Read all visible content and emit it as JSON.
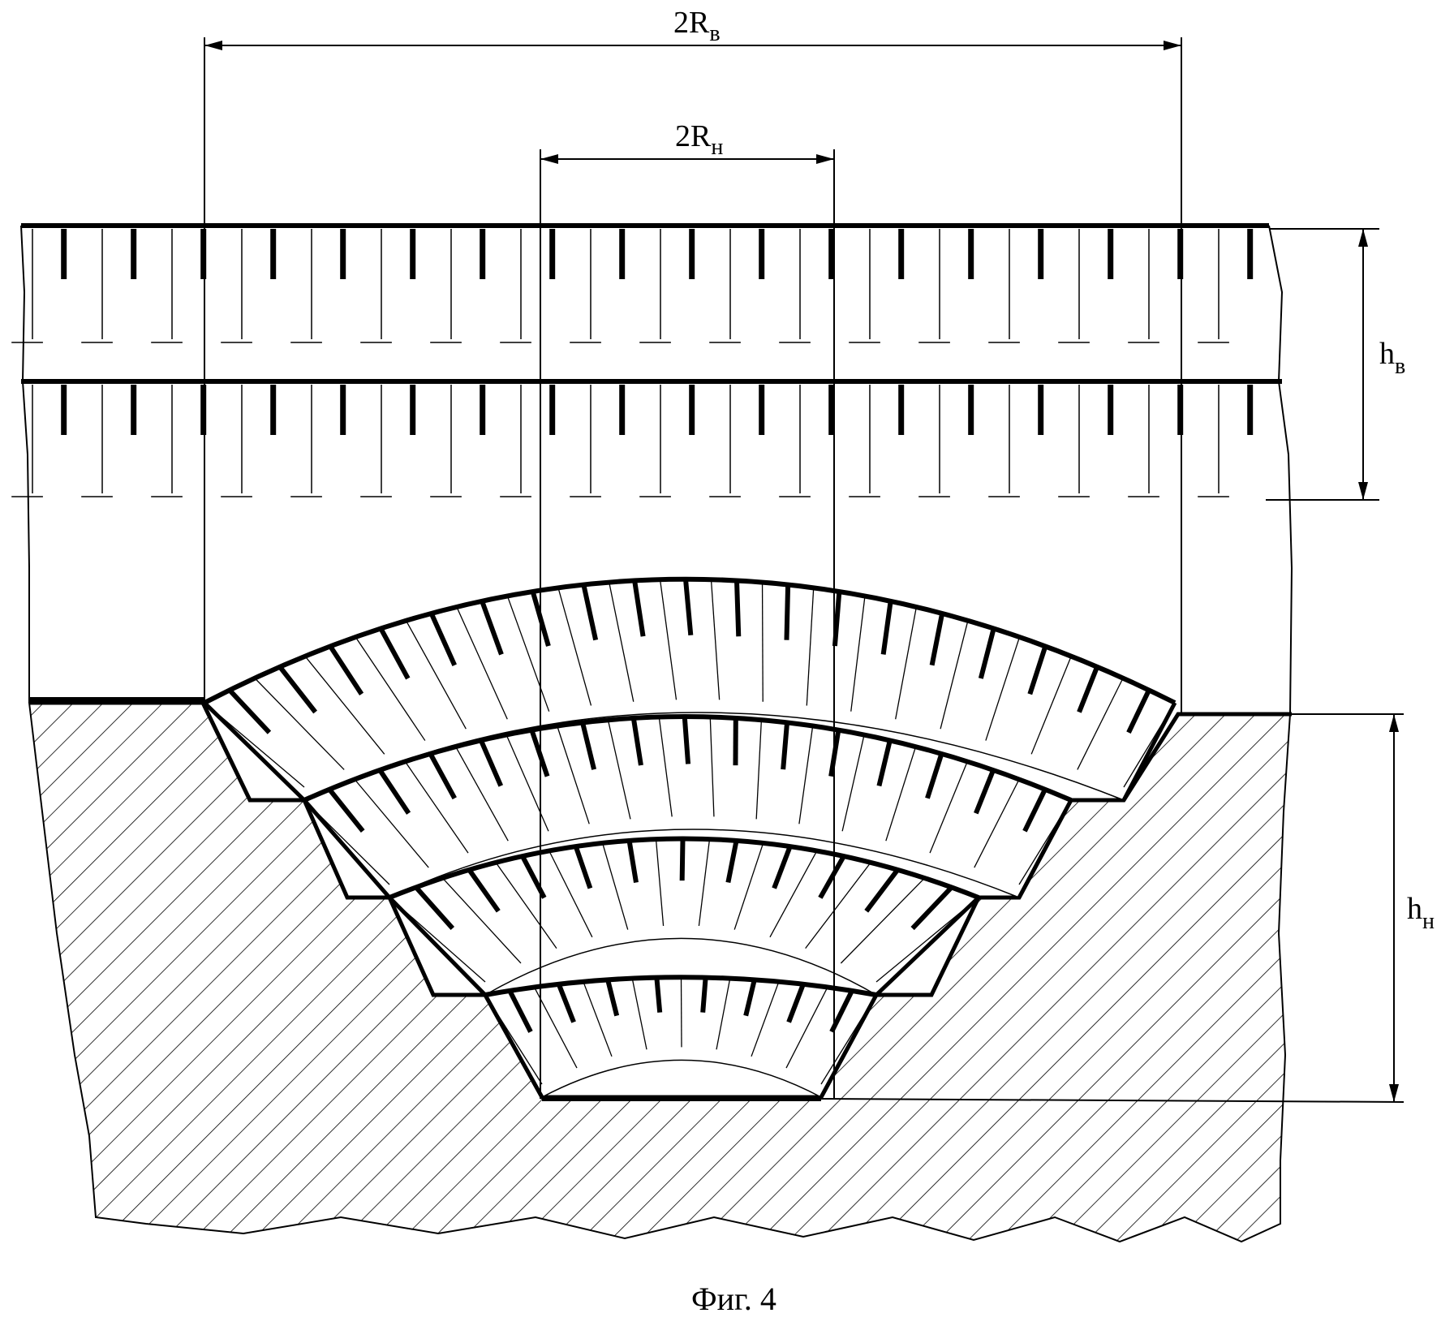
{
  "labels": {
    "upper_diameter": {
      "main": "2R",
      "sub": "в"
    },
    "lower_diameter": {
      "main": "2R",
      "sub": "н"
    },
    "upper_height": {
      "main": "h",
      "sub": "в"
    },
    "lower_height": {
      "main": "h",
      "sub": "н"
    }
  },
  "caption": "Фиг. 4",
  "colors": {
    "ink": "#000000",
    "paper": "#ffffff"
  }
}
